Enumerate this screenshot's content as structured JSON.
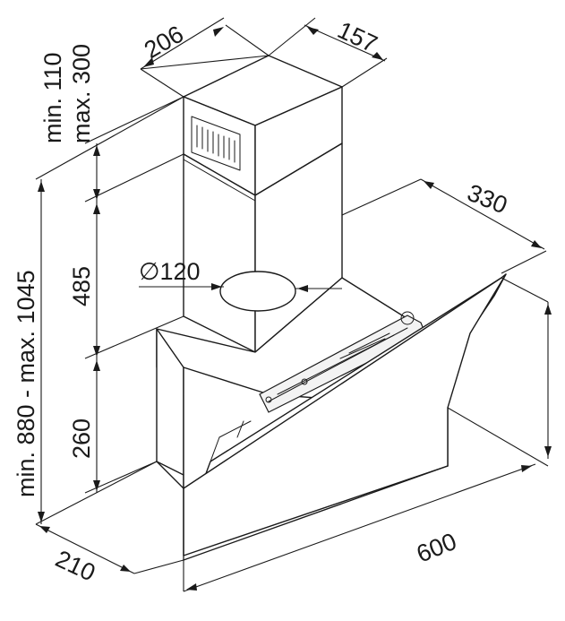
{
  "dimensions": {
    "chimney_width": "206",
    "chimney_depth": "157",
    "chimney_adjust_min": "min. 110",
    "chimney_adjust_max": "max. 300",
    "total_height": "min. 880 - max. 1045",
    "chimney_lower_height": "485",
    "body_height": "260",
    "glass_depth": "330",
    "duct_diameter": "∅120",
    "width": "600",
    "depth": "210"
  },
  "colors": {
    "line": "#1a1a1a",
    "background": "#ffffff"
  }
}
